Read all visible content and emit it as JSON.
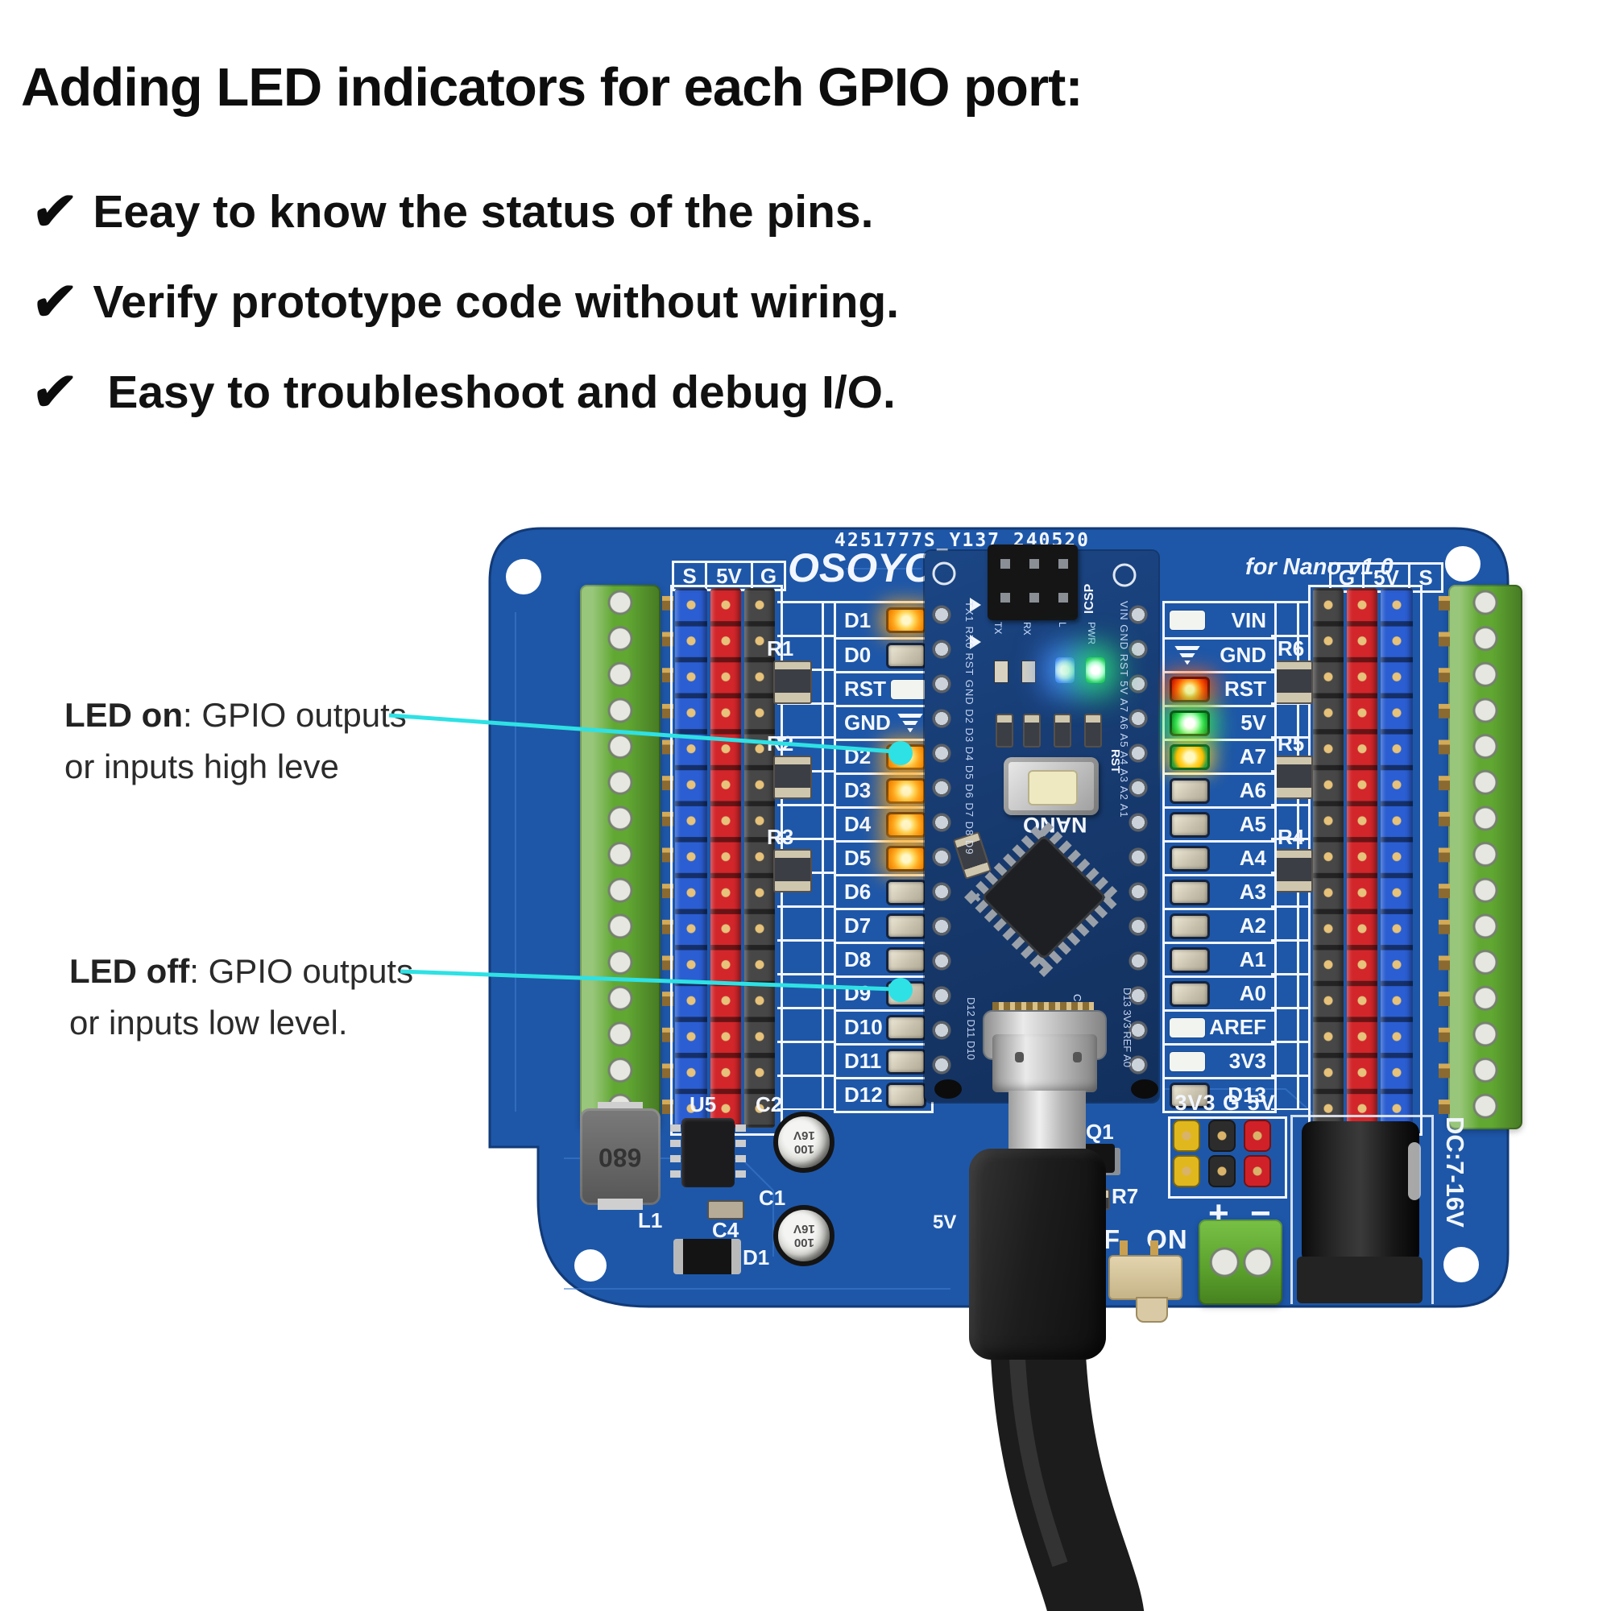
{
  "title": "Adding LED indicators for each GPIO port:",
  "bullets": [
    {
      "icon": "✔",
      "text": "Eeay to know the status of the pins."
    },
    {
      "icon": "✔",
      "text": "Verify prototype code without wiring."
    },
    {
      "icon": "✔",
      "text": "Easy to troubleshoot and debug I/O."
    }
  ],
  "callouts": {
    "led_on": {
      "strong": "LED on",
      "rest": ": GPIO outputs",
      "line2": "or inputs high leve"
    },
    "led_off": {
      "strong": "LED off",
      "rest": ": GPIO outputs",
      "line2": "or inputs low level."
    }
  },
  "board": {
    "serial": "4251777S_Y137_240520",
    "brand": "OSOYOO",
    "model": "for Nano v1.0",
    "left_header": {
      "s": "S",
      "v": "5V",
      "g": "G"
    },
    "right_header": {
      "g": "G",
      "v": "5V",
      "s": "S"
    },
    "left_rows": [
      {
        "label": "D1",
        "led": "on"
      },
      {
        "label": "D0",
        "led": "off"
      },
      {
        "label": "RST",
        "led": "blank"
      },
      {
        "label": "GND",
        "led": "gnd"
      },
      {
        "label": "D2",
        "led": "on"
      },
      {
        "label": "D3",
        "led": "on"
      },
      {
        "label": "D4",
        "led": "on"
      },
      {
        "label": "D5",
        "led": "on"
      },
      {
        "label": "D6",
        "led": "off"
      },
      {
        "label": "D7",
        "led": "off"
      },
      {
        "label": "D8",
        "led": "off"
      },
      {
        "label": "D9",
        "led": "off"
      },
      {
        "label": "D10",
        "led": "off"
      },
      {
        "label": "D11",
        "led": "off"
      },
      {
        "label": "D12",
        "led": "off"
      }
    ],
    "right_rows": [
      {
        "label": "VIN",
        "led": "blank"
      },
      {
        "label": "GND",
        "led": "gnd"
      },
      {
        "label": "RST",
        "led": "red"
      },
      {
        "label": "5V",
        "led": "green"
      },
      {
        "label": "A7",
        "led": "yellow"
      },
      {
        "label": "A6",
        "led": "off"
      },
      {
        "label": "A5",
        "led": "off"
      },
      {
        "label": "A4",
        "led": "off"
      },
      {
        "label": "A3",
        "led": "off"
      },
      {
        "label": "A2",
        "led": "off"
      },
      {
        "label": "A1",
        "led": "off"
      },
      {
        "label": "A0",
        "led": "off"
      },
      {
        "label": "AREF",
        "led": "blank"
      },
      {
        "label": "3V3",
        "led": "blank"
      },
      {
        "label": "D13",
        "led": "off"
      }
    ],
    "refs": {
      "r1": "R1",
      "r2": "R2",
      "r3": "R3",
      "r4": "R4",
      "r5": "R5",
      "r6": "R6",
      "r7": "R7",
      "u5": "U5",
      "c1": "C1",
      "c2": "C2",
      "c4": "C4",
      "d1": "D1",
      "l1": "L1",
      "q1": "Q1",
      "v5": "5V"
    },
    "inductor_value": "680",
    "cap_marking": "100\n16V",
    "power_jumper_label": "3V3 G 5V",
    "switch_label": "OFF ON",
    "plus": "+",
    "minus": "−",
    "dc_label": "DC:7-16V",
    "nano": {
      "icsp": "ICSP",
      "rst": "RST",
      "name": "NANO",
      "led_labels": [
        "TX",
        "RX",
        "L",
        "PWR"
      ],
      "left_strip": "TX1 RX0 RST GND D2 D3 D4 D5 D6 D7 D8 D9",
      "right_strip": "VIN GND RST 5V A7 A6 A5 A4 A3 A2 A1",
      "c7": "C7",
      "bottom_left_strip": "D12 D11 D10",
      "bottom_right_strip": "D13 3V3 REF A0"
    }
  },
  "colors": {
    "accent_cyan": "#2ee1e4",
    "pcb_blue": "#1e57a8",
    "nano_blue": "#16386b",
    "terminal_green": "#61a832",
    "led_orange": "#ffa200",
    "led_green": "#2ad43c",
    "led_red": "#ff4a00",
    "led_yellow": "#ffd400"
  }
}
